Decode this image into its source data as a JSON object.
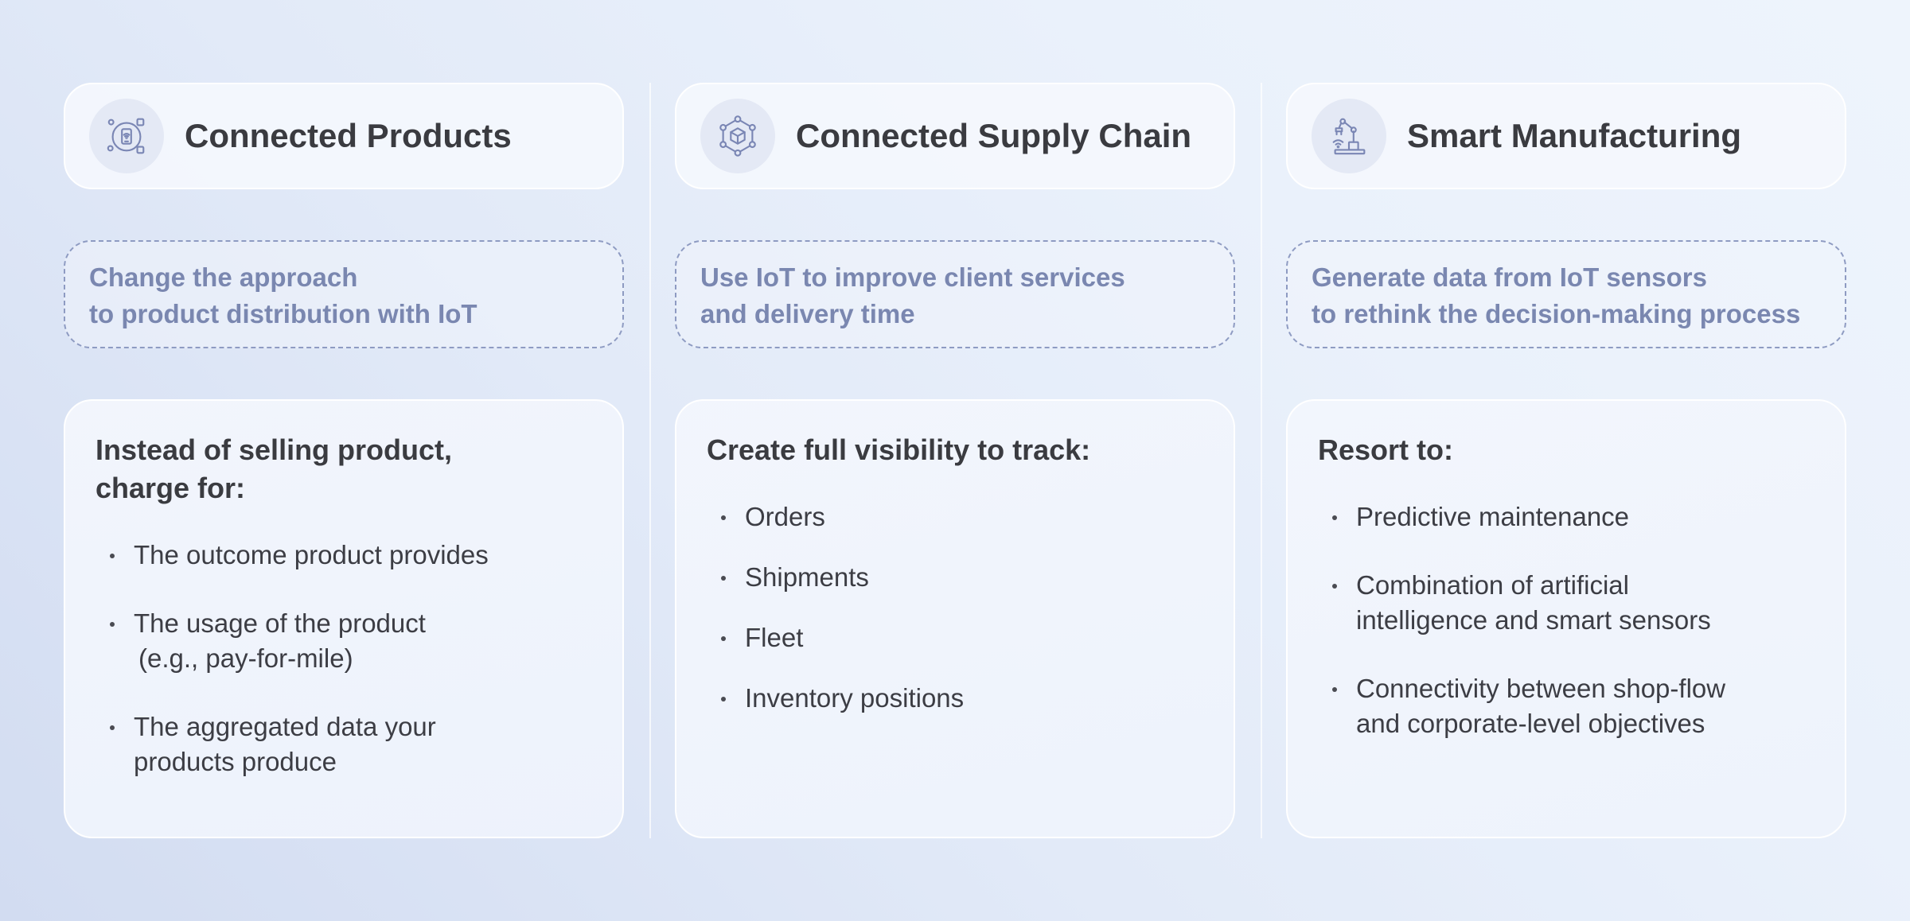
{
  "columns": [
    {
      "title": "Connected Products",
      "icon": "smartphone-iot-icon",
      "tagline": [
        "Change the approach",
        "to product distribution with IoT"
      ],
      "heading": [
        "Instead of selling product,",
        "charge for:"
      ],
      "items": [
        [
          "The outcome product provides"
        ],
        [
          "The usage of the product",
          "(e.g., pay-for-mile)"
        ],
        [
          "The aggregated data your",
          "products produce"
        ]
      ]
    },
    {
      "title": "Connected Supply Chain",
      "icon": "network-cube-icon",
      "tagline": [
        "Use IoT to improve client services",
        "and delivery time"
      ],
      "heading": [
        "Create full visibility to track:"
      ],
      "items": [
        [
          "Orders"
        ],
        [
          "Shipments"
        ],
        [
          "Fleet"
        ],
        [
          "Inventory positions"
        ]
      ]
    },
    {
      "title": "Smart Manufacturing",
      "icon": "robotic-arm-icon",
      "tagline": [
        "Generate data from IoT sensors",
        "to rethink the decision-making process"
      ],
      "heading": [
        "Resort to:"
      ],
      "items": [
        [
          "Predictive maintenance"
        ],
        [
          "Combination of artificial",
          "intelligence and smart sensors"
        ],
        [
          "Connectivity between shop-flow",
          "and corporate-level objectives"
        ]
      ]
    }
  ],
  "colors": {
    "title": "#3a3b40",
    "tagline": "#7a87b0",
    "icon_stroke": "#7a86b4",
    "icon_bg": "#e4e9f5"
  }
}
